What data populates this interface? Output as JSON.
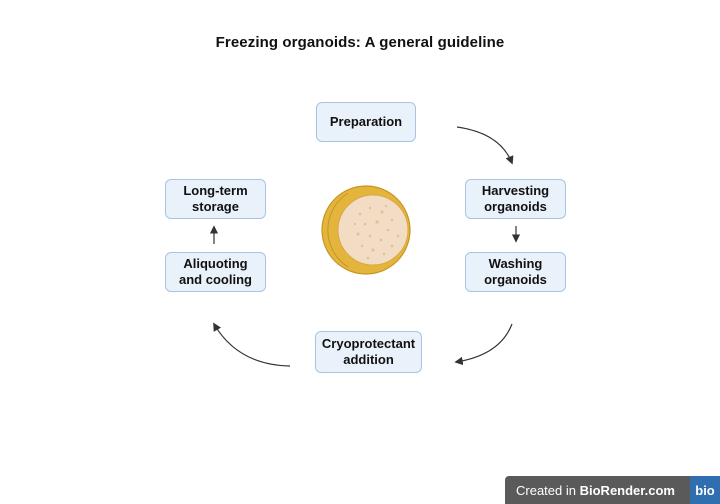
{
  "title": "Freezing organoids: A general guideline",
  "steps": {
    "preparation": [
      "Preparation"
    ],
    "harvesting": [
      "Harvesting",
      "organoids"
    ],
    "washing": [
      "Washing",
      "organoids"
    ],
    "cryo": [
      "Cryoprotectant",
      "addition"
    ],
    "aliquoting": [
      "Aliquoting",
      "and cooling"
    ],
    "storage": [
      "Long-term",
      "storage"
    ]
  },
  "badge": {
    "prefix": "Created in",
    "brand": "BioRender.com",
    "logo": "bio"
  },
  "colors": {
    "box_fill": "#e9f1fb",
    "box_border": "#a9c3e3",
    "arrow": "#333333",
    "organoid_outer": "#e4b53c",
    "organoid_inner": "#f2dcc4"
  },
  "icons": [
    "organoid-icon"
  ]
}
